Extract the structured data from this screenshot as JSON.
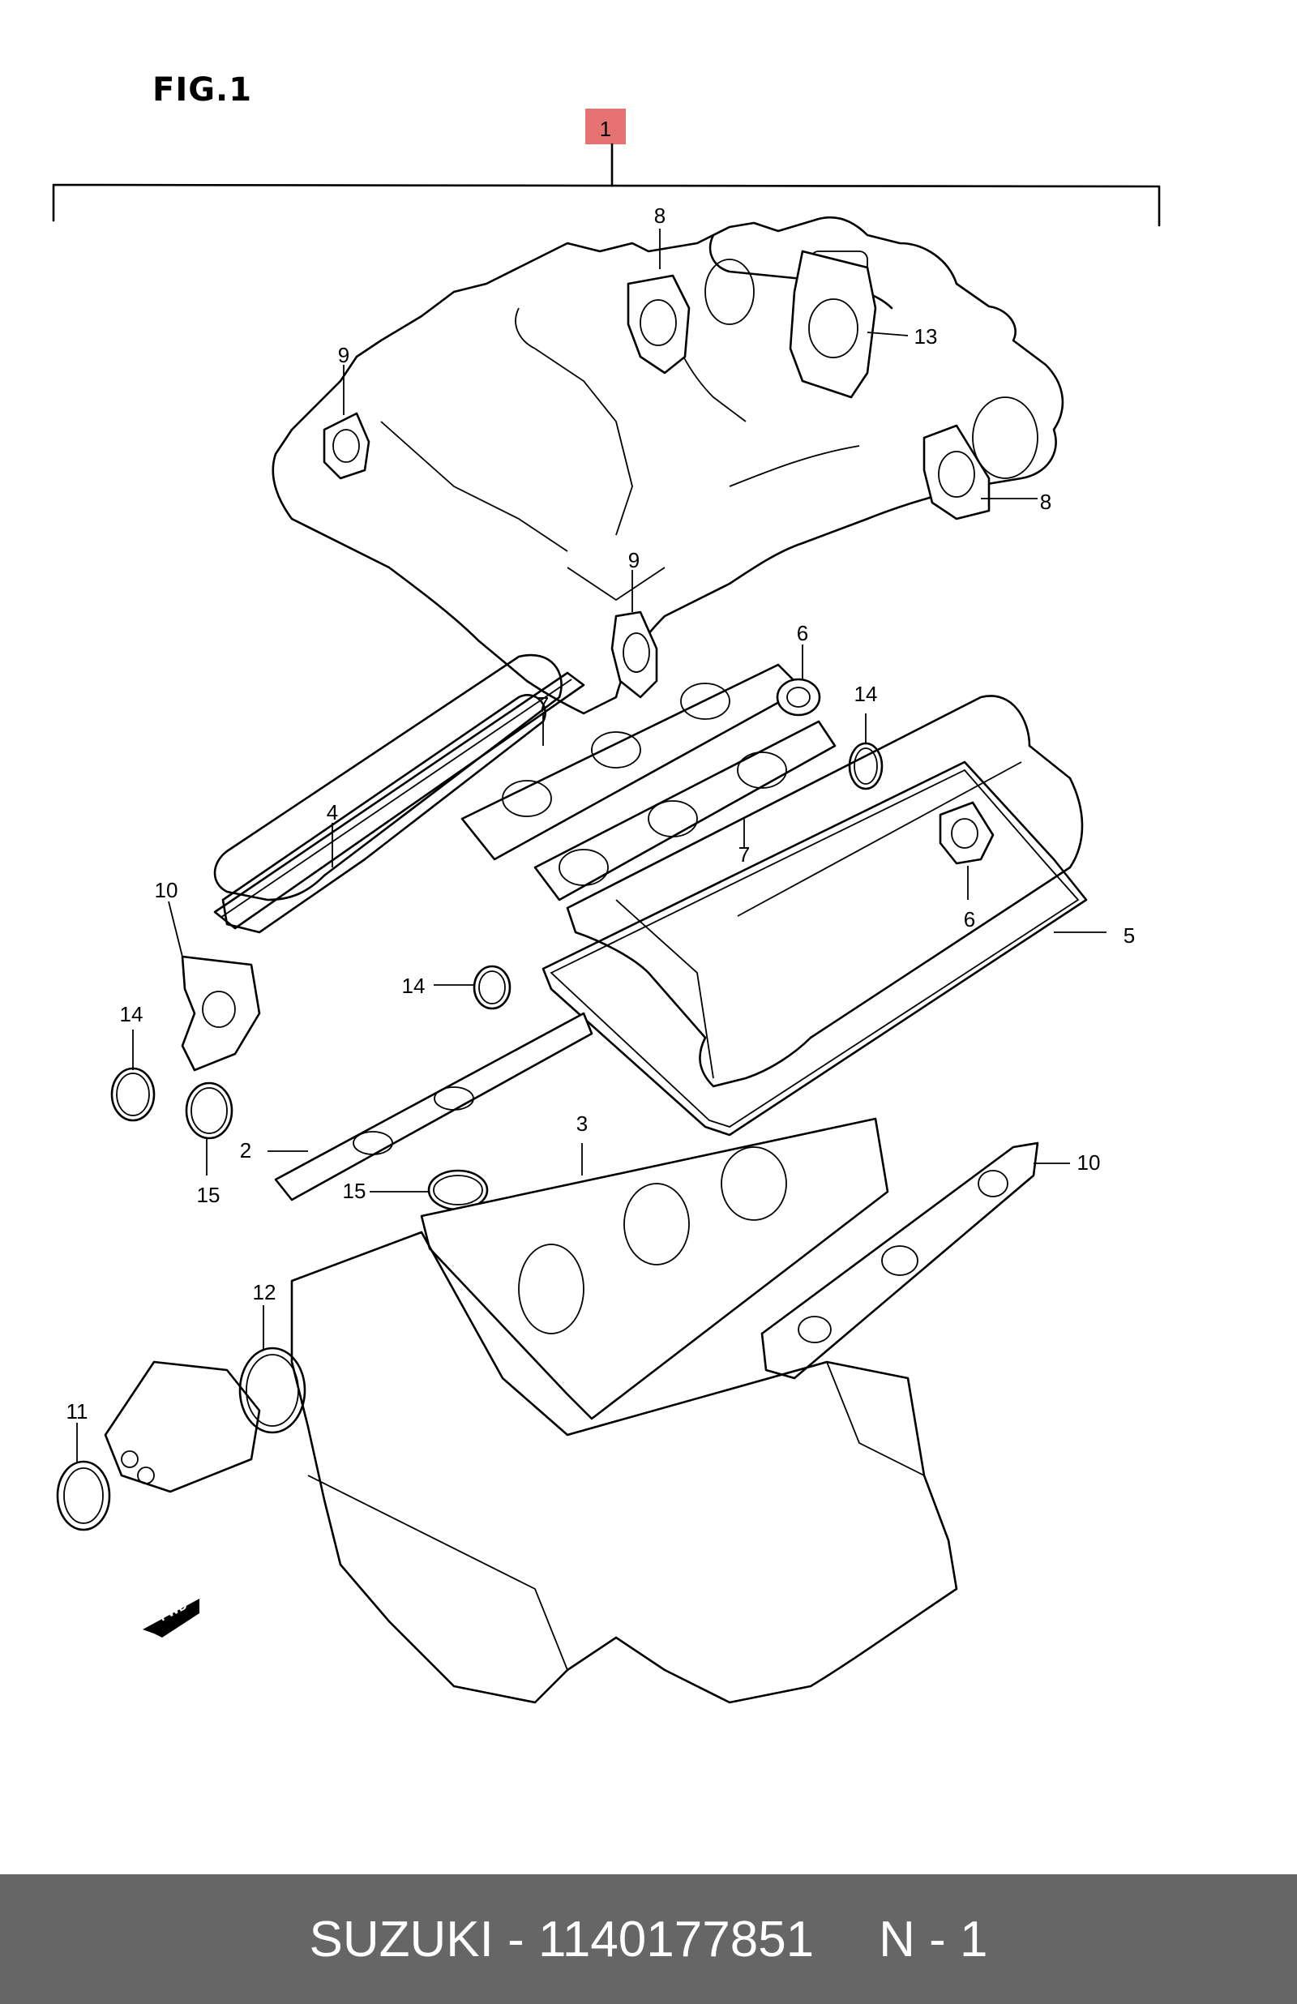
{
  "figure": {
    "title": "FIG.1"
  },
  "callouts": {
    "c1": "1",
    "c2": "2",
    "c3": "3",
    "c4": "4",
    "c5": "5",
    "c6a": "6",
    "c6b": "6",
    "c7a": "7",
    "c7b": "7",
    "c8a": "8",
    "c8b": "8",
    "c9a": "9",
    "c9b": "9",
    "c10a": "10",
    "c10b": "10",
    "c11": "11",
    "c12": "12",
    "c13": "13",
    "c14a": "14",
    "c14b": "14",
    "c14c": "14",
    "c15a": "15",
    "c15b": "15"
  },
  "fwd_label": "FWD",
  "highlight_color": "#e57373",
  "footer": {
    "brand": "SUZUKI",
    "separator": "-",
    "part_number": "1140177851",
    "page": "N - 1"
  }
}
